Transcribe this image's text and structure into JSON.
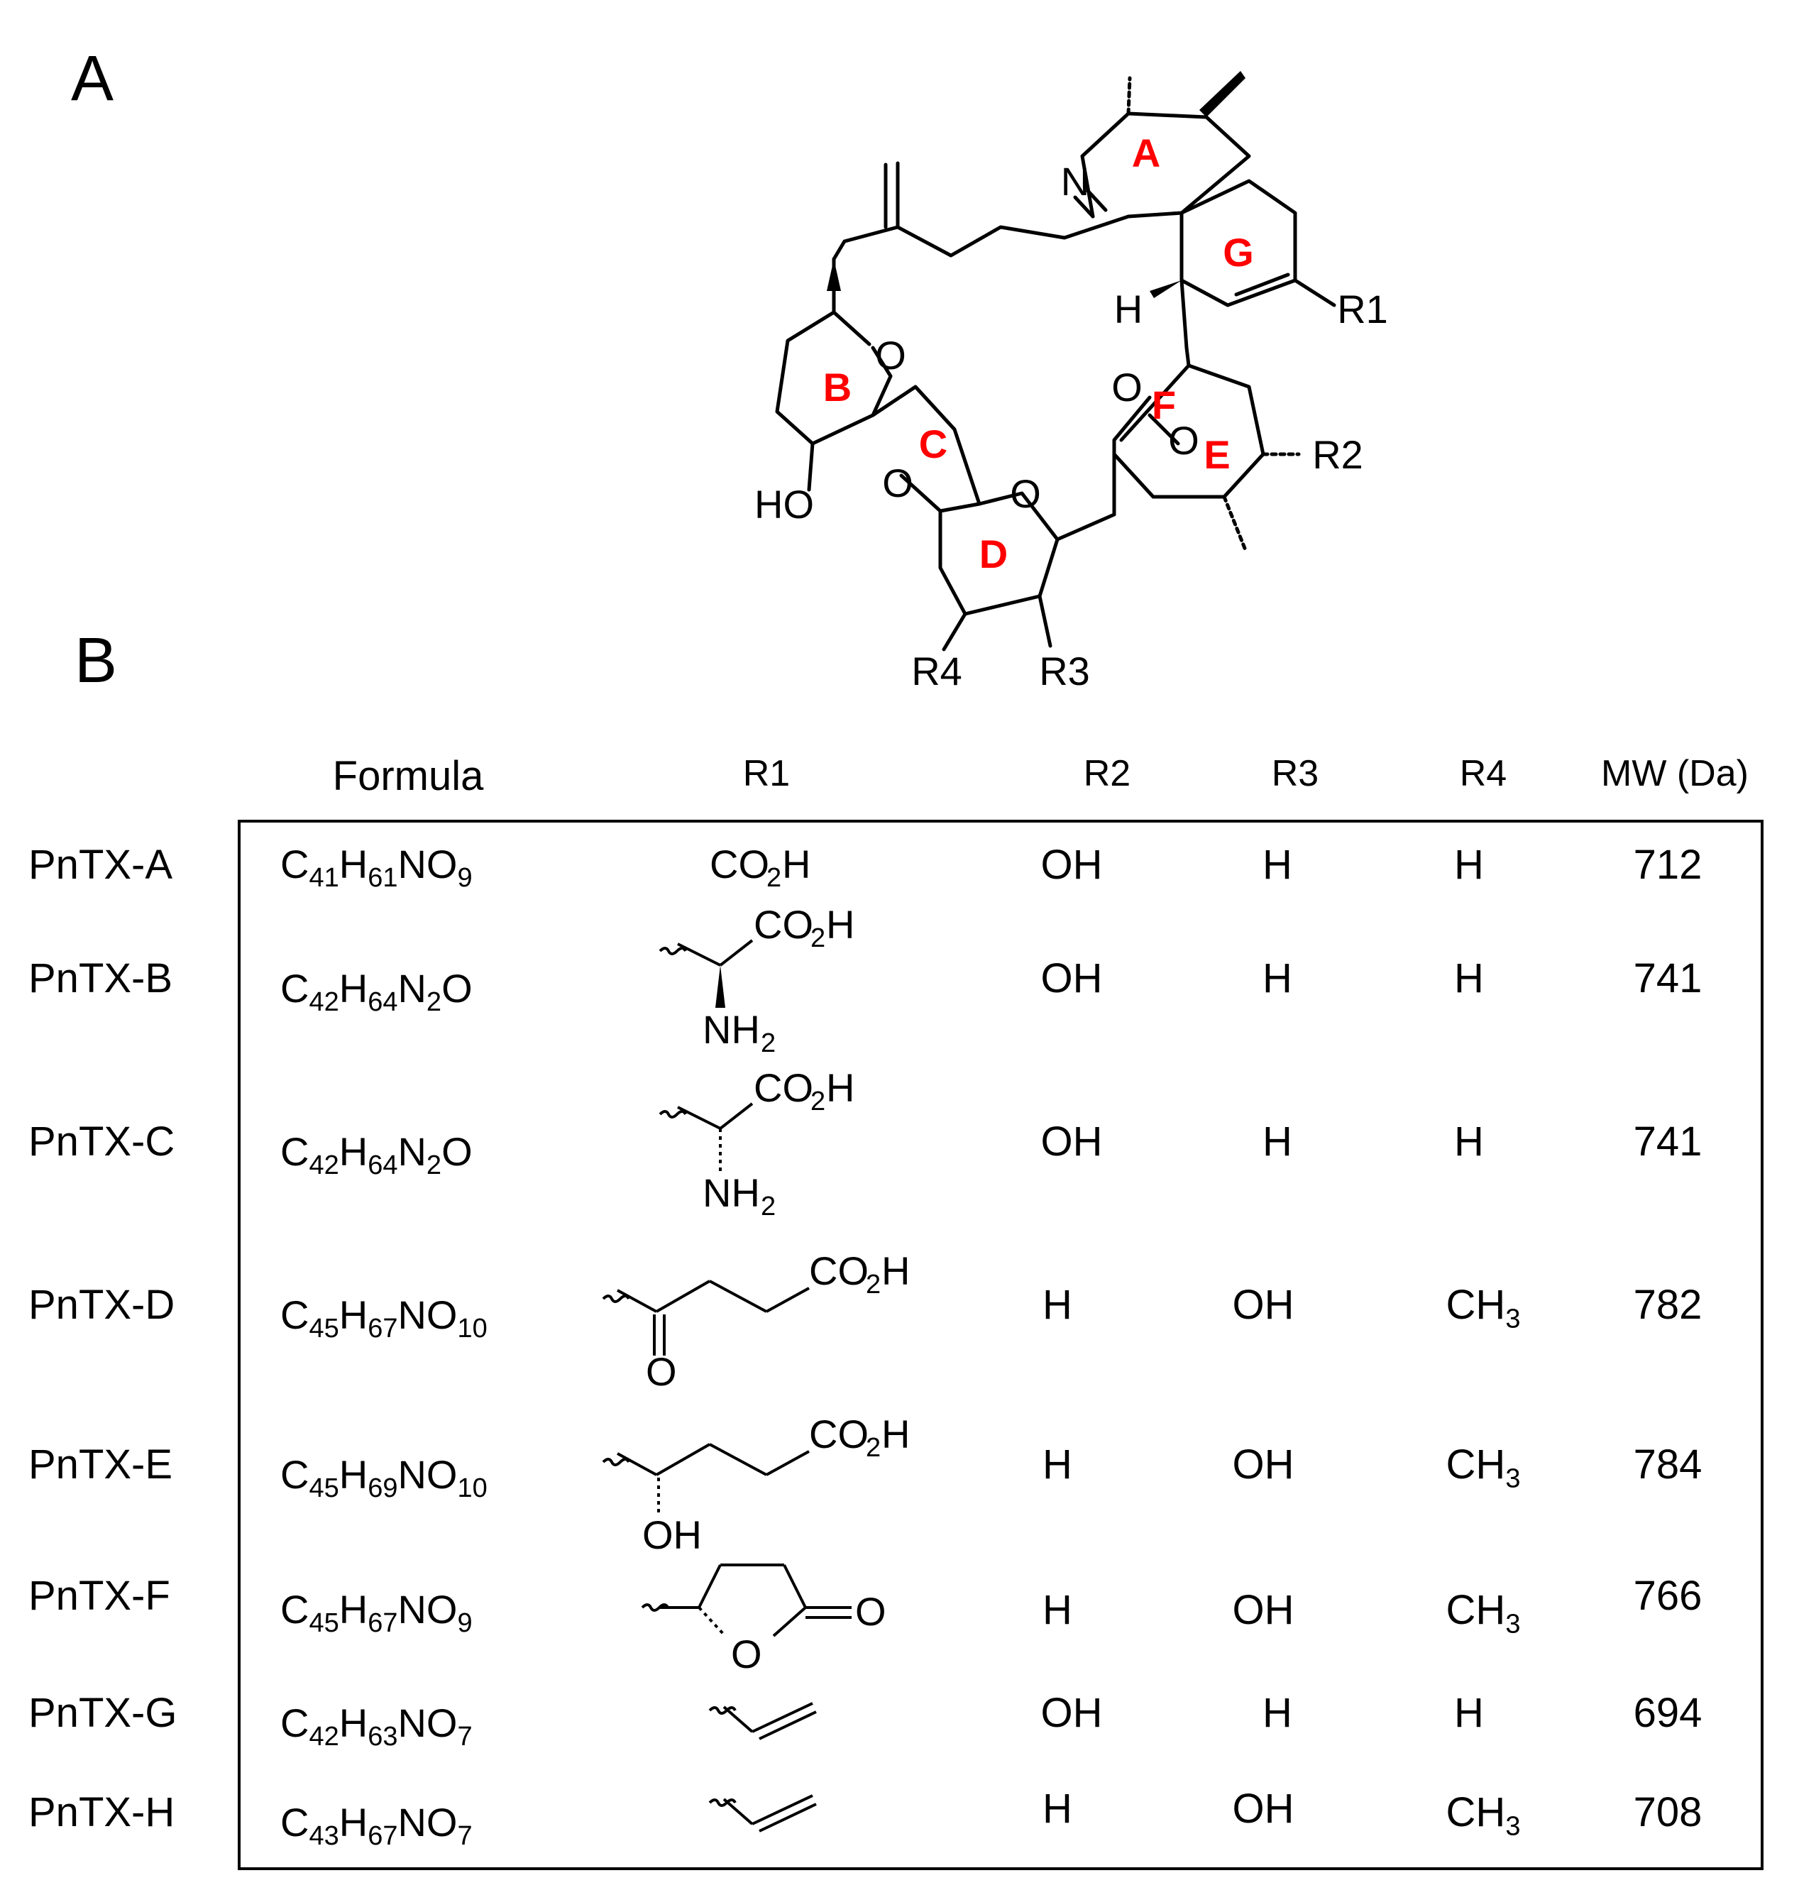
{
  "panels": {
    "a": "A",
    "b": "B"
  },
  "structure_labels": {
    "rings": [
      "A",
      "B",
      "C",
      "D",
      "E",
      "F",
      "G"
    ],
    "atoms": {
      "n": "N",
      "h": "H",
      "ho": "HO",
      "o": "O"
    },
    "substituents": {
      "r1": "R1",
      "r2": "R2",
      "r3": "R3",
      "r4": "R4"
    }
  },
  "table": {
    "headers": {
      "formula": "Formula",
      "r1": "R1",
      "r2": "R2",
      "r3": "R3",
      "r4": "R4",
      "mw": "MW (Da)"
    },
    "rows": [
      {
        "name": "PnTX-A",
        "formula": [
          "C",
          "41",
          "H",
          "61",
          "NO",
          "9"
        ],
        "r1": "CO2H",
        "r2": "OH",
        "r3": "H",
        "r4": "H",
        "mw": "712"
      },
      {
        "name": "PnTX-B",
        "formula": [
          "C",
          "42",
          "H",
          "64",
          "N",
          "2",
          "O"
        ],
        "r1": "CH(NH2)CO2H (wedge)",
        "r2": "OH",
        "r3": "H",
        "r4": "H",
        "mw": "741"
      },
      {
        "name": "PnTX-C",
        "formula": [
          "C",
          "42",
          "H",
          "64",
          "N",
          "2",
          "O"
        ],
        "r1": "CH(NH2)CO2H (hash)",
        "r2": "OH",
        "r3": "H",
        "r4": "H",
        "mw": "741"
      },
      {
        "name": "PnTX-D",
        "formula": [
          "C",
          "45",
          "H",
          "67",
          "NO",
          "10"
        ],
        "r1": "C(=O)CH2CH2CO2H",
        "r2": "H",
        "r3": "OH",
        "r4": "CH3",
        "mw": "782"
      },
      {
        "name": "PnTX-E",
        "formula": [
          "C",
          "45",
          "H",
          "69",
          "NO",
          "10"
        ],
        "r1": "CH(OH)CH2CH2CO2H",
        "r2": "H",
        "r3": "OH",
        "r4": "CH3",
        "mw": "784"
      },
      {
        "name": "PnTX-F",
        "formula": [
          "C",
          "45",
          "H",
          "67",
          "NO",
          "9"
        ],
        "r1": "gamma-lactone",
        "r2": "H",
        "r3": "OH",
        "r4": "CH3",
        "mw": "766"
      },
      {
        "name": "PnTX-G",
        "formula": [
          "C",
          "42",
          "H",
          "63",
          "NO",
          "7"
        ],
        "r1": "vinyl",
        "r2": "OH",
        "r3": "H",
        "r4": "H",
        "mw": "694"
      },
      {
        "name": "PnTX-H",
        "formula": [
          "C",
          "43",
          "H",
          "67",
          "NO",
          "7"
        ],
        "r1": "vinyl",
        "r2": "H",
        "r3": "OH",
        "r4": "CH3",
        "mw": "708"
      }
    ]
  },
  "r1_text": {
    "co2h_c": "CO",
    "co2h_sub": "2",
    "co2h_h": "H",
    "nh": "NH",
    "nh_sub": "2",
    "o": "O",
    "oh": "OH"
  },
  "colors": {
    "ring_label": "#ff0000",
    "line": "#000000"
  }
}
